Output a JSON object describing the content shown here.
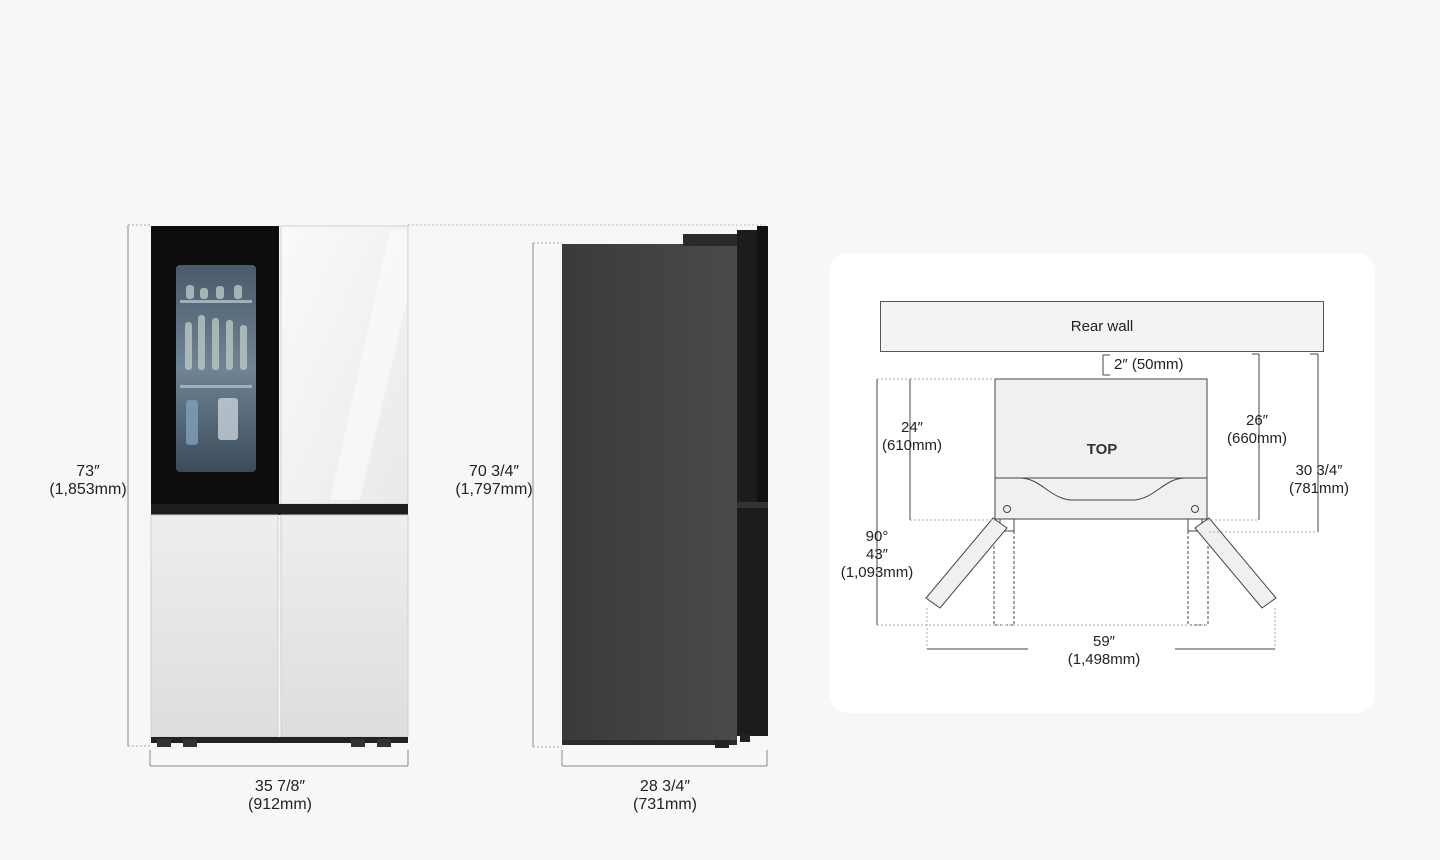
{
  "front_view": {
    "height": {
      "inches": "73″",
      "mm": "(1,853mm)"
    },
    "width": {
      "inches": "35 7/8″",
      "mm": "(912mm)"
    }
  },
  "side_view": {
    "height": {
      "inches": "70 3/4″",
      "mm": "(1,797mm)"
    },
    "depth": {
      "inches": "28 3/4″",
      "mm": "(731mm)"
    }
  },
  "top_view": {
    "rear_wall_label": "Rear wall",
    "top_label": "TOP",
    "wall_gap": "2″ (50mm)",
    "depth_cabinet": {
      "inches": "24″",
      "mm": "(610mm)"
    },
    "depth_with_doors": {
      "inches": "26″",
      "mm": "(660mm)"
    },
    "depth_total": {
      "inches": "30 3/4″",
      "mm": "(781mm)"
    },
    "door_open": {
      "angle": "90°",
      "inches": "43″",
      "mm": "(1,093mm)"
    },
    "width_open": {
      "inches": "59″",
      "mm": "(1,498mm)"
    }
  },
  "colors": {
    "background": "#f7f7f7",
    "panel": "#ffffff",
    "fridge_white": "#f4f4f4",
    "fridge_black": "#0d0d0d",
    "side_dark": "#404040"
  }
}
